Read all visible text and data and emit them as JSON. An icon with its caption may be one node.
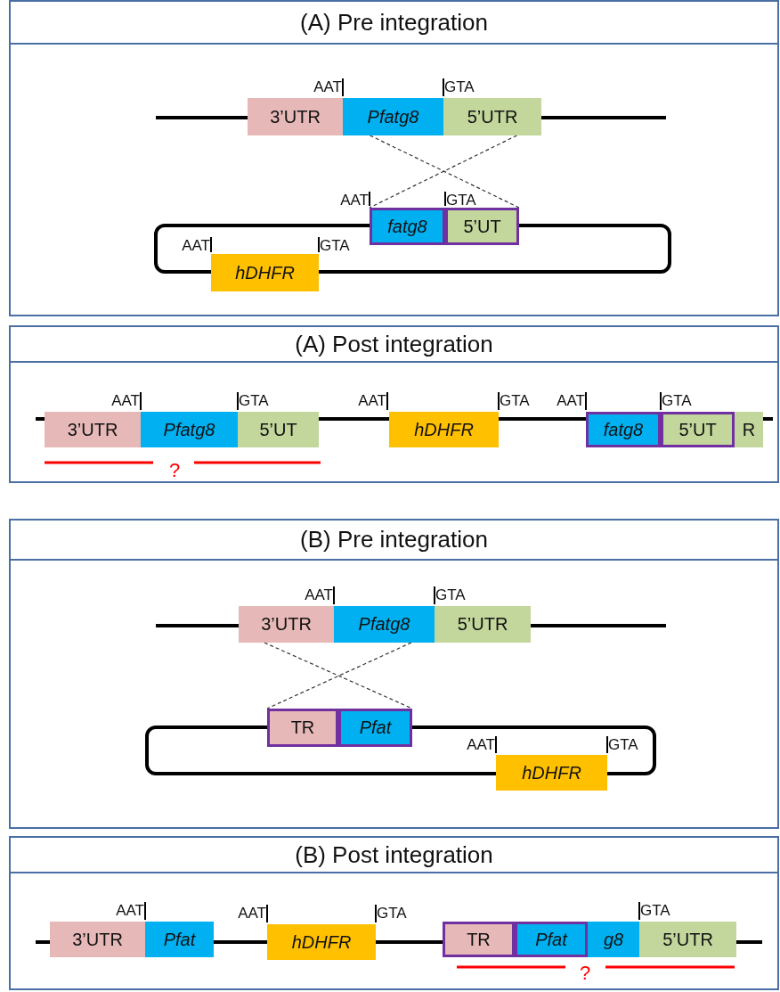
{
  "diagram": {
    "nodes": [
      {
        "text": [
          "(A) Pre integration"
        ]
      },
      {
        "text": [
          "3’UTR"
        ],
        "in": 0
      },
      {
        "text": [
          "Pfatg8"
        ],
        "in": 0,
        "beside": [
          "AAT",
          "GTA"
        ]
      },
      {
        "text": [
          "5’UTR"
        ],
        "in": 0
      },
      {
        "text": [
          "fatg8"
        ],
        "in": 0,
        "beside": [
          "AAT",
          "GTA"
        ]
      },
      {
        "text": [
          "5’UT"
        ],
        "in": 0
      },
      {
        "text": [
          "hDHFR"
        ],
        "in": 0,
        "beside": [
          "AAT",
          "GTA"
        ]
      },
      {
        "text": [
          "(A) Post integration"
        ]
      },
      {
        "text": [
          "3’UTR"
        ],
        "in": 7
      },
      {
        "text": [
          "Pfatg8"
        ],
        "in": 7,
        "beside": [
          "AAT",
          "GTA"
        ]
      },
      {
        "text": [
          "5’UT"
        ],
        "in": 7
      },
      {
        "text": [
          "hDHFR"
        ],
        "in": 7,
        "beside": [
          "AAT",
          "GTA"
        ]
      },
      {
        "text": [
          "fatg8"
        ],
        "in": 7,
        "beside": [
          "AAT",
          "GTA"
        ]
      },
      {
        "text": [
          "5’UT"
        ],
        "in": 7
      },
      {
        "text": [
          "R"
        ],
        "in": 7
      },
      {
        "text": [
          "(B) Pre integration"
        ]
      },
      {
        "text": [
          "3’UTR"
        ],
        "in": 15
      },
      {
        "text": [
          "Pfatg8"
        ],
        "in": 15,
        "beside": [
          "AAT",
          "GTA"
        ]
      },
      {
        "text": [
          "5’UTR"
        ],
        "in": 15
      },
      {
        "text": [
          "TR"
        ],
        "in": 15
      },
      {
        "text": [
          "Pfat"
        ],
        "in": 15
      },
      {
        "text": [
          "hDHFR"
        ],
        "in": 15,
        "beside": [
          "AAT",
          "GTA"
        ]
      },
      {
        "text": [
          "(B) Post integration"
        ]
      },
      {
        "text": [
          "3’UTR"
        ],
        "in": 22
      },
      {
        "text": [
          "Pfat"
        ],
        "in": 22,
        "beside": [
          "AAT"
        ]
      },
      {
        "text": [
          "hDHFR"
        ],
        "in": 22,
        "beside": [
          "AAT",
          "GTA"
        ]
      },
      {
        "text": [
          "TR"
        ],
        "in": 22
      },
      {
        "text": [
          "Pfat"
        ],
        "in": 22
      },
      {
        "text": [
          "g8"
        ],
        "in": 22,
        "beside": [
          "GTA"
        ]
      },
      {
        "text": [
          "5’UTR"
        ],
        "in": 22
      }
    ],
    "edges": [
      {
        "from": 2,
        "to": 5,
        "arrow": "none",
        "style": "dashed"
      },
      {
        "from": 3,
        "to": 4,
        "arrow": "none",
        "style": "dashed"
      },
      {
        "from": 16,
        "to": 20,
        "arrow": "none",
        "style": "dashed"
      },
      {
        "from": 17,
        "to": 19,
        "arrow": "none",
        "style": "dashed"
      }
    ],
    "labels": [
      "?",
      "?"
    ]
  }
}
